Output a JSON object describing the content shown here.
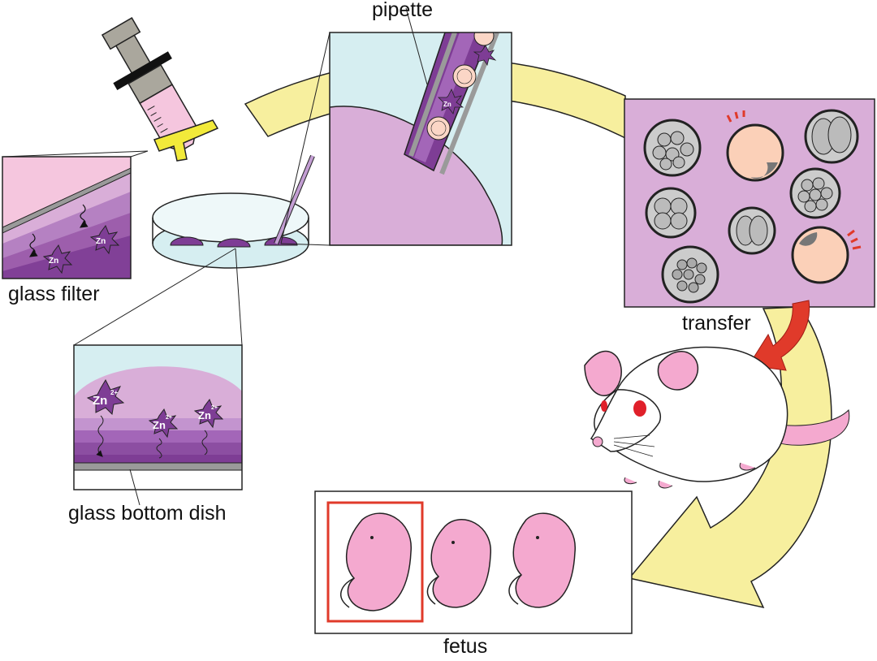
{
  "labels": {
    "pipette": "pipette",
    "glass_filter": "glass filter",
    "transfer": "transfer",
    "glass_bottom_dish": "glass bottom dish",
    "fetus": "fetus"
  },
  "ion": {
    "symbol": "Zn",
    "charge": "2+"
  },
  "colors": {
    "purple_light": "#d9aed8",
    "purple_mid": "#b07cc0",
    "purple_dark": "#7e3d95",
    "light_blue": "#d6eef1",
    "pink_light": "#f5c6de",
    "yellow_arrow": "#f7ef9e",
    "red_highlight": "#e03a2a",
    "fetus_pink": "#f4a9cf",
    "grey": "#9a9a9a"
  }
}
